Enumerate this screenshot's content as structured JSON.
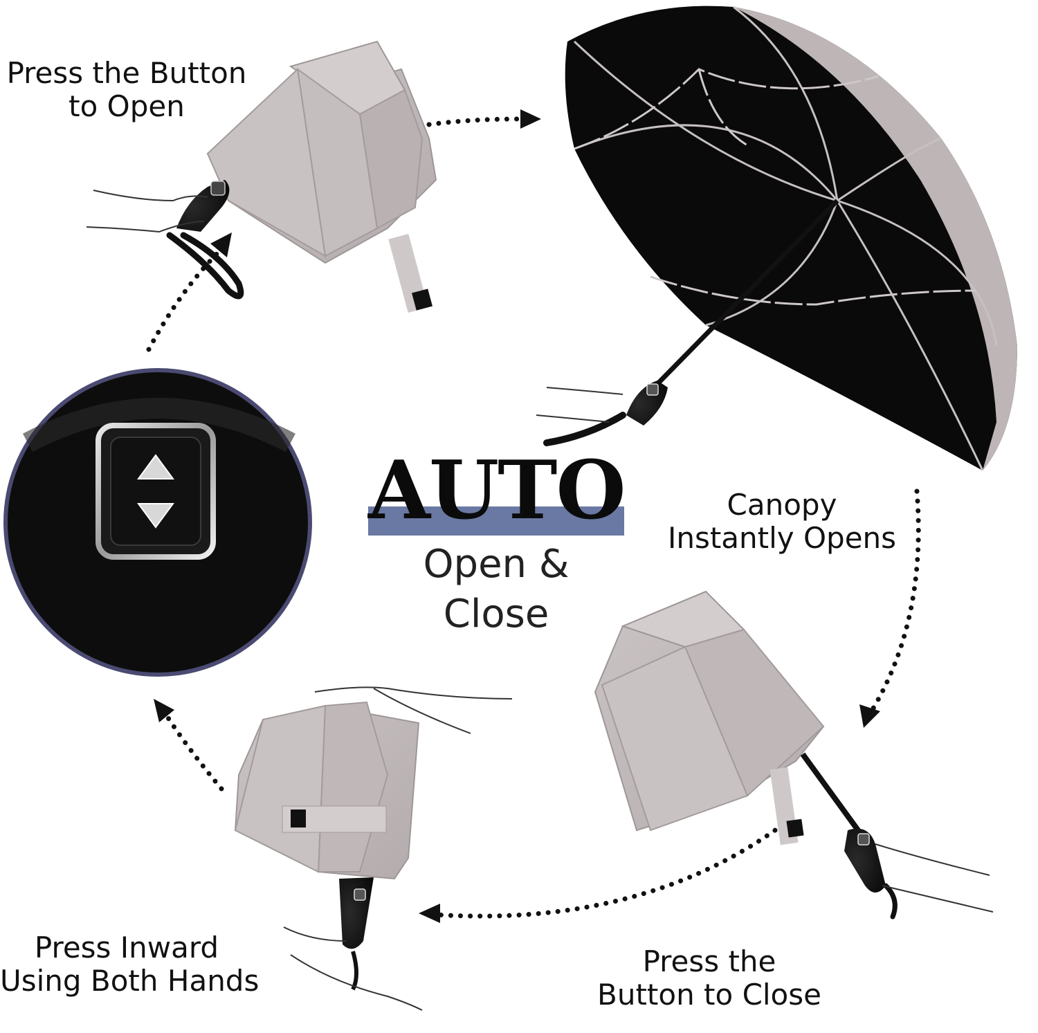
{
  "title": {
    "main": "AUTO",
    "subtitle": "Open & Close",
    "accent_color": "#6a79a3"
  },
  "steps": [
    {
      "id": "open",
      "lines": [
        "Press the Button",
        "to Open"
      ]
    },
    {
      "id": "opens",
      "lines": [
        "Canopy",
        "Instantly Opens"
      ]
    },
    {
      "id": "close",
      "lines": [
        "Press the",
        "Button to Close"
      ]
    },
    {
      "id": "inward",
      "lines": [
        "Press Inward",
        "Using Both Hands"
      ]
    }
  ],
  "colors": {
    "canopy_outer": "#bfb8b9",
    "canopy_inner": "#0a0a0a",
    "handle": "#141414",
    "arrow": "#111111",
    "button_ring": "#4a4a72"
  },
  "icons": [
    "up-arrow-icon",
    "down-arrow-icon"
  ]
}
